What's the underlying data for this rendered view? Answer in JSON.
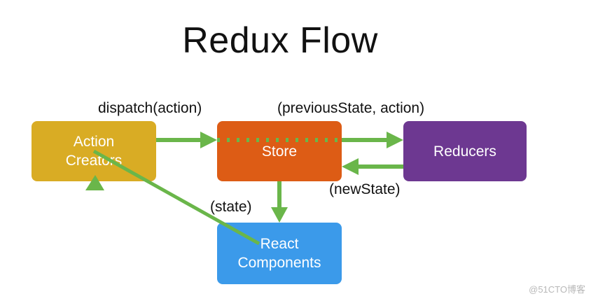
{
  "title": "Redux Flow",
  "nodes": {
    "action_creators": {
      "label": "Action\nCreators",
      "color": "#d9ac24"
    },
    "store": {
      "label": "Store",
      "color": "#dd5c15"
    },
    "reducers": {
      "label": "Reducers",
      "color": "#6d3891"
    },
    "react_components": {
      "label": "React\nComponents",
      "color": "#3b9aea"
    }
  },
  "edge_labels": {
    "dispatch": "dispatch(action)",
    "previous_state": "(previousState, action)",
    "new_state": "(newState)",
    "state": "(state)"
  },
  "arrow_color": "#6ab64a",
  "watermark": "@51CTO博客"
}
